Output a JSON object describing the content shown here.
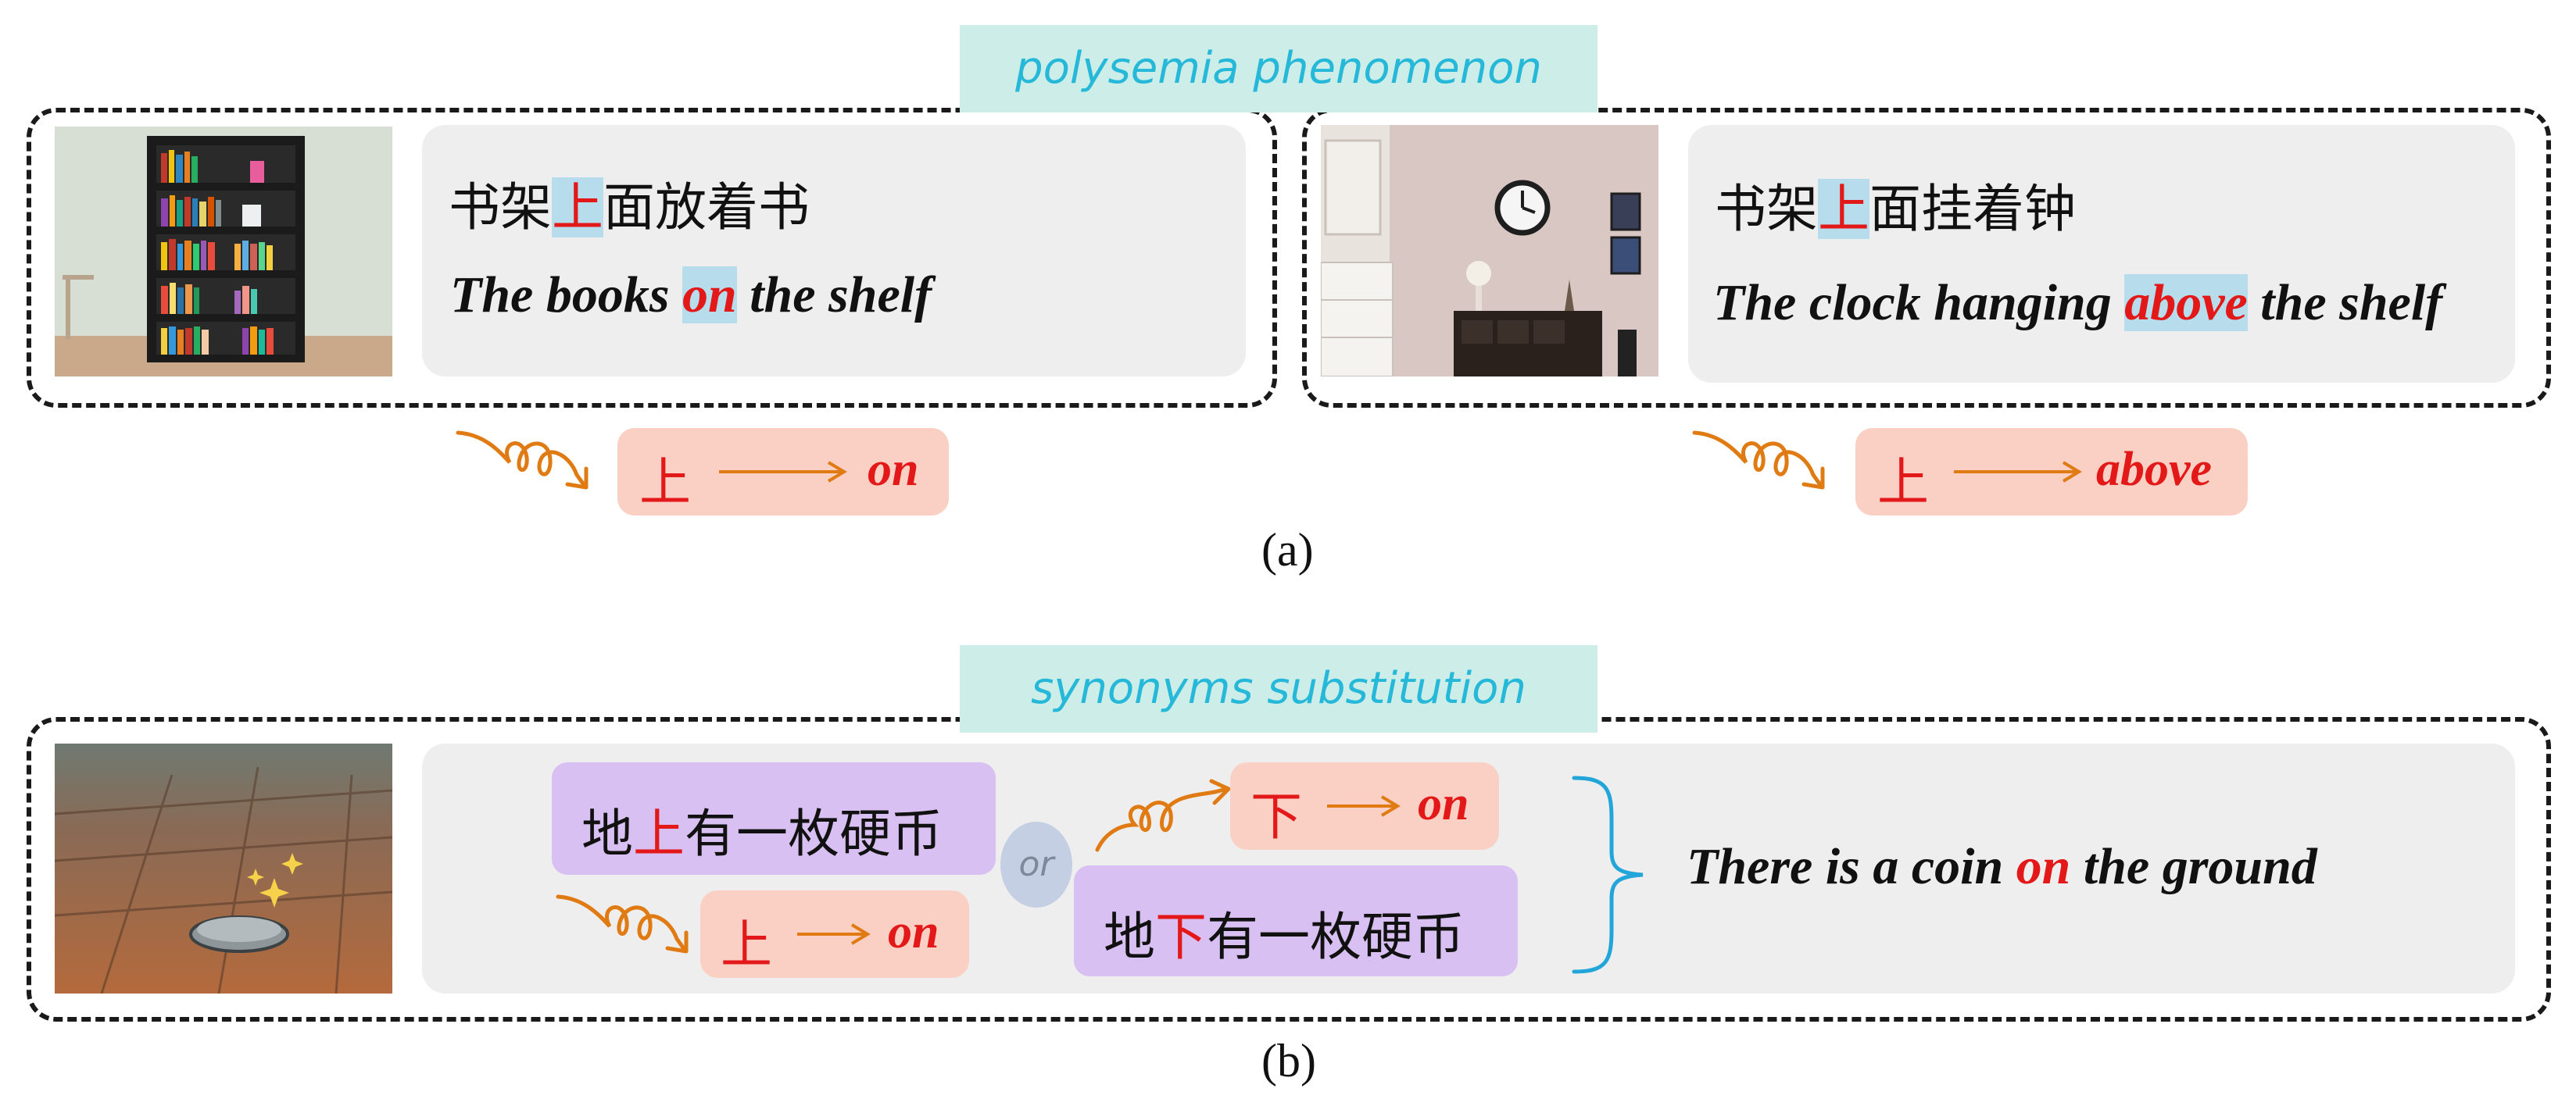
{
  "section_a": {
    "badge": "polysemia phenomenon",
    "left": {
      "zh_before": "书架",
      "zh_key": "上",
      "zh_after": "面放着书",
      "en_before": "The books ",
      "en_key": "on",
      "en_after": " the shelf",
      "map_zh": "上",
      "map_en": "on"
    },
    "right": {
      "zh_before": "书架",
      "zh_key": "上",
      "zh_after": "面挂着钟",
      "en_before": "The clock hanging ",
      "en_key": "above",
      "en_after": " the shelf",
      "map_zh": "上",
      "map_en": "above"
    },
    "caption": "(a)"
  },
  "section_b": {
    "badge": "synonyms substitution",
    "sentence1": {
      "before": "地",
      "key": "上",
      "after": "有一枚硬币"
    },
    "map1": {
      "zh": "上",
      "en": "on"
    },
    "or_label": "or",
    "map2": {
      "zh": "下",
      "en": "on"
    },
    "sentence2": {
      "before": "地",
      "key": "下",
      "after": "有一枚硬币"
    },
    "en_before": "There is a coin ",
    "en_key": "on",
    "en_after": " the ground",
    "caption": "(b)"
  },
  "colors": {
    "highlight_red": "#e31818",
    "arrow_orange": "#e07a12",
    "badge_text": "#25b8d9",
    "brace": "#22a5d8"
  }
}
